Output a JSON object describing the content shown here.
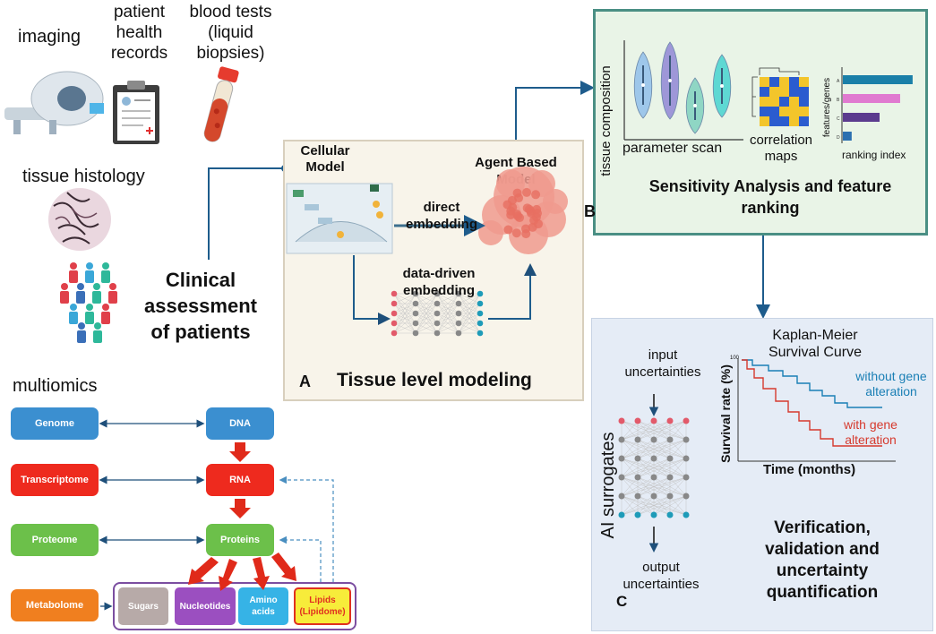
{
  "sources": {
    "imaging": "imaging",
    "records": [
      "patient",
      "health",
      "records"
    ],
    "blood": [
      "blood tests",
      "(liquid",
      "biopsies)"
    ],
    "histology": "tissue histology"
  },
  "clinical": [
    "Clinical",
    "assessment",
    "of patients"
  ],
  "multiomics": {
    "title": "multiomics",
    "left": [
      "Genome",
      "Transcriptome",
      "Proteome",
      "Metabolome"
    ],
    "right": [
      "DNA",
      "RNA",
      "Proteins"
    ],
    "molecules": [
      "Sugars",
      "Nucleotides",
      "Amino acids",
      "Lipids (Lipidome)"
    ]
  },
  "panel_a": {
    "cellular": [
      "Cellular",
      "Model"
    ],
    "agent": [
      "Agent Based",
      "Model"
    ],
    "direct": [
      "direct",
      "embedding"
    ],
    "datadriven": [
      "data-driven",
      "embedding"
    ],
    "letter": "A",
    "title": "Tissue level modeling"
  },
  "panel_b": {
    "ylabel": "tissue composition",
    "xlabel": "parameter scan",
    "corr": [
      "correlation",
      "maps"
    ],
    "rank_ylabel": "features/genes",
    "rank_xlabel": "ranking index",
    "rank_cats": [
      "A",
      "B",
      "C",
      "D"
    ],
    "rank_values": [
      0.95,
      0.78,
      0.5,
      0.12
    ],
    "rank_colors": [
      "#1a7fa8",
      "#e07ad0",
      "#5b3b8e",
      "#2a6fb0"
    ],
    "letter": "B",
    "title": [
      "Sensitivity Analysis and feature",
      "ranking"
    ]
  },
  "panel_c": {
    "input": [
      "input",
      "uncertainties"
    ],
    "output": [
      "output",
      "uncertainties"
    ],
    "ai": "AI surrogates",
    "km_title": [
      "Kaplan-Meier",
      "Survival Curve"
    ],
    "km_ylabel": "Survival rate (%)",
    "km_xlabel": "Time (months)",
    "without": [
      "without gene",
      "alteration"
    ],
    "with": [
      "with gene",
      "alteration"
    ],
    "km_tick": "100",
    "letter": "C",
    "title": [
      "Verification,",
      "validation  and",
      "uncertainty",
      "quantification"
    ]
  },
  "colors": {
    "genome": "#3b8fd0",
    "transcriptome": "#ee2a1e",
    "proteome": "#6cc04a",
    "metabolome": "#f07f1f",
    "sugars": "#b7aaa8",
    "nucleotides": "#9b4fc0",
    "amino": "#36b3e6",
    "lipids": "#f7ec3a",
    "panelB_bg": "#e9f4e7",
    "panelB_border": "#4a8f84",
    "panelC_bg": "#e5ecf6",
    "panelA_bg": "#f8f4ea",
    "arrow": "#1e5c8c"
  }
}
